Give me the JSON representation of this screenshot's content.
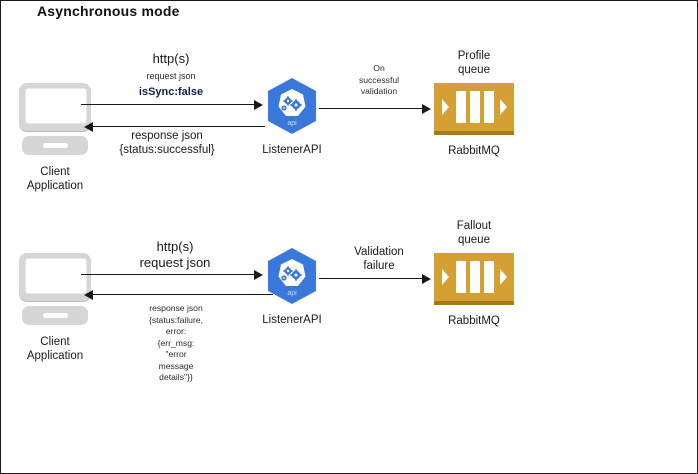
{
  "diagram": {
    "title": "Asynchronous mode",
    "border_color": "#1a1a1a",
    "background": "#ffffff"
  },
  "colors": {
    "api_blue": "#3B78DB",
    "queue_gold": "#d49f33",
    "queue_gold_dark": "#a9781d",
    "client_gray": "#d6d6d6",
    "arrow_black": "#1a1a1a",
    "highlight_navy": "#16224a"
  },
  "flows": [
    {
      "id": "success-flow",
      "client": {
        "caption": "Client\nApplication",
        "icon": "computer-icon"
      },
      "request": {
        "protocol": "http(s)",
        "sub": "request json",
        "flag": "isSync:false"
      },
      "response": {
        "text": "response json\n{status:successful}"
      },
      "service": {
        "label": "ListenerAPI",
        "icon": "api-hexagon-icon",
        "icon_text": "api"
      },
      "transition": {
        "text": "On\nsuccessful\nvalidation"
      },
      "queue": {
        "title": "Profile\nqueue",
        "caption": "RabbitMQ",
        "icon": "message-queue-icon"
      }
    },
    {
      "id": "failure-flow",
      "client": {
        "caption": "Client\nApplication",
        "icon": "computer-icon"
      },
      "request": {
        "protocol": "http(s)",
        "sub": "request json",
        "flag": ""
      },
      "response": {
        "text": "response json\n{status:failure,\nerror:\n{err_msg:\n\"error\nmessage\ndetails\"}}"
      },
      "service": {
        "label": "ListenerAPI",
        "icon": "api-hexagon-icon",
        "icon_text": "api"
      },
      "transition": {
        "text": "Validation\nfailure"
      },
      "queue": {
        "title": "Fallout\nqueue",
        "caption": "RabbitMQ",
        "icon": "message-queue-icon"
      }
    }
  ]
}
